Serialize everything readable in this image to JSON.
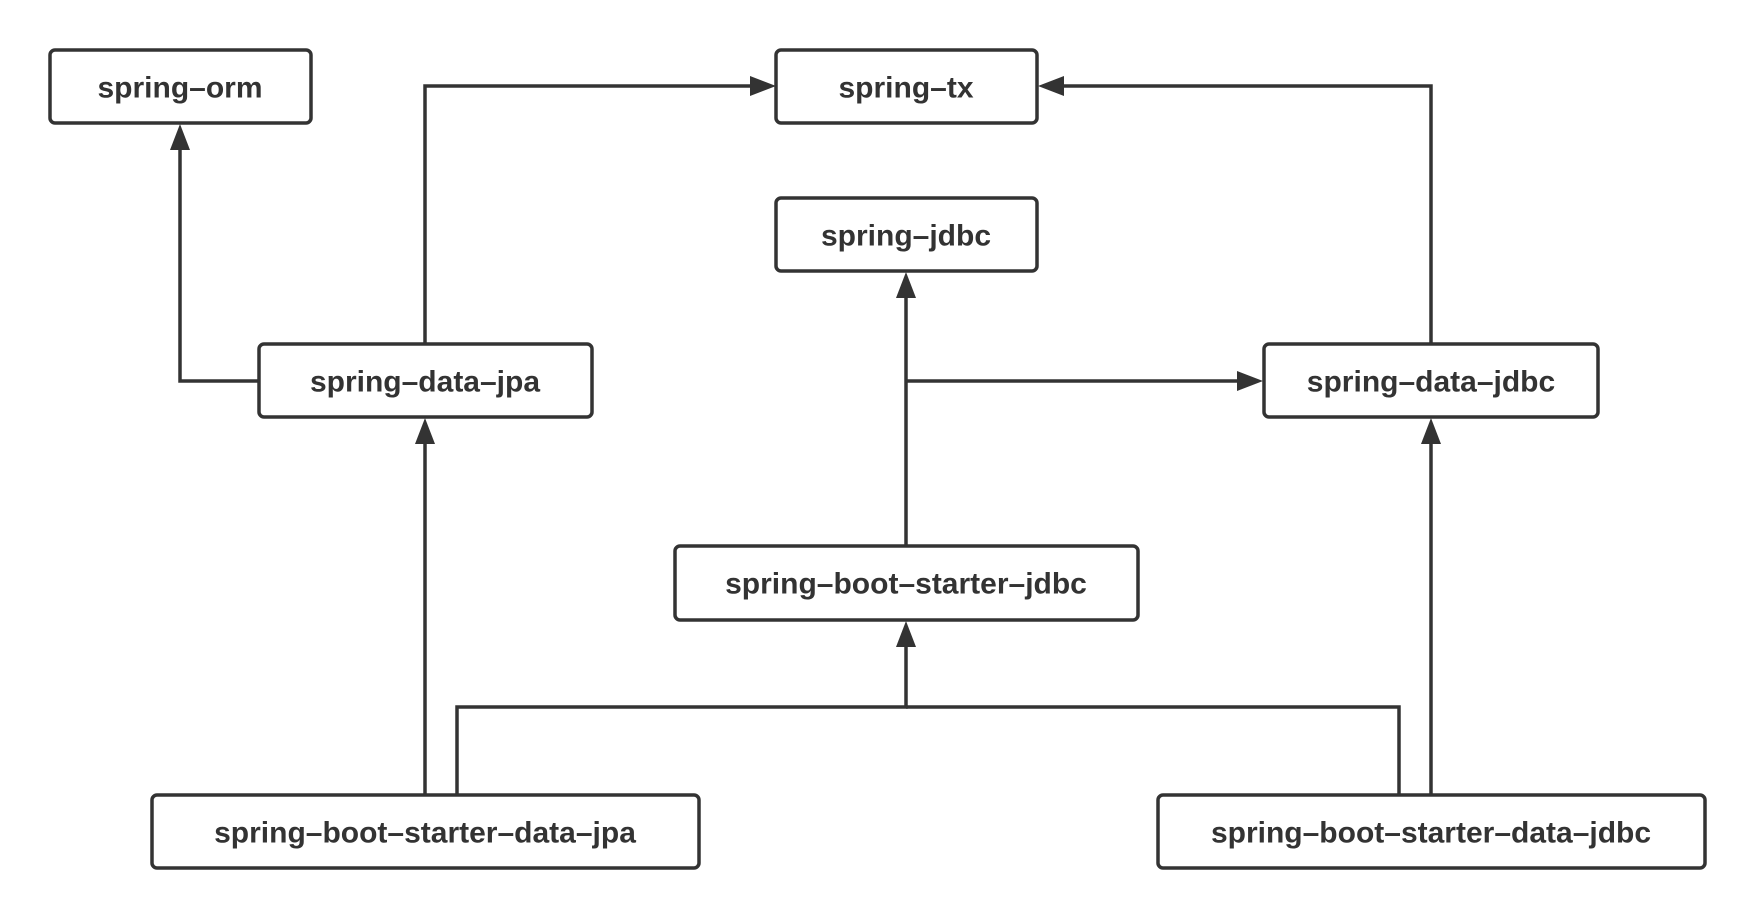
{
  "diagram": {
    "line_color": "#333333",
    "node_fill": "#ffffff",
    "nodes": [
      {
        "id": "spring-orm",
        "label": "spring–orm"
      },
      {
        "id": "spring-tx",
        "label": "spring–tx"
      },
      {
        "id": "spring-jdbc",
        "label": "spring–jdbc"
      },
      {
        "id": "spring-data-jpa",
        "label": "spring–data–jpa"
      },
      {
        "id": "spring-data-jdbc",
        "label": "spring–data–jdbc"
      },
      {
        "id": "spring-boot-starter-jdbc",
        "label": "spring–boot–starter–jdbc"
      },
      {
        "id": "spring-boot-starter-data-jpa",
        "label": "spring–boot–starter–data–jpa"
      },
      {
        "id": "spring-boot-starter-data-jdbc",
        "label": "spring–boot–starter–data–jdbc"
      }
    ],
    "edges": [
      {
        "from": "spring-data-jpa",
        "to": "spring-orm"
      },
      {
        "from": "spring-data-jpa",
        "to": "spring-tx"
      },
      {
        "from": "spring-data-jdbc",
        "to": "spring-tx"
      },
      {
        "from": "spring-boot-starter-jdbc",
        "to": "spring-jdbc"
      },
      {
        "from": "spring-boot-starter-jdbc",
        "to": "spring-data-jdbc"
      },
      {
        "from": "spring-boot-starter-data-jpa",
        "to": "spring-data-jpa"
      },
      {
        "from": "spring-boot-starter-data-jpa",
        "to": "spring-boot-starter-jdbc"
      },
      {
        "from": "spring-boot-starter-data-jdbc",
        "to": "spring-boot-starter-jdbc"
      },
      {
        "from": "spring-boot-starter-data-jdbc",
        "to": "spring-data-jdbc"
      }
    ]
  }
}
